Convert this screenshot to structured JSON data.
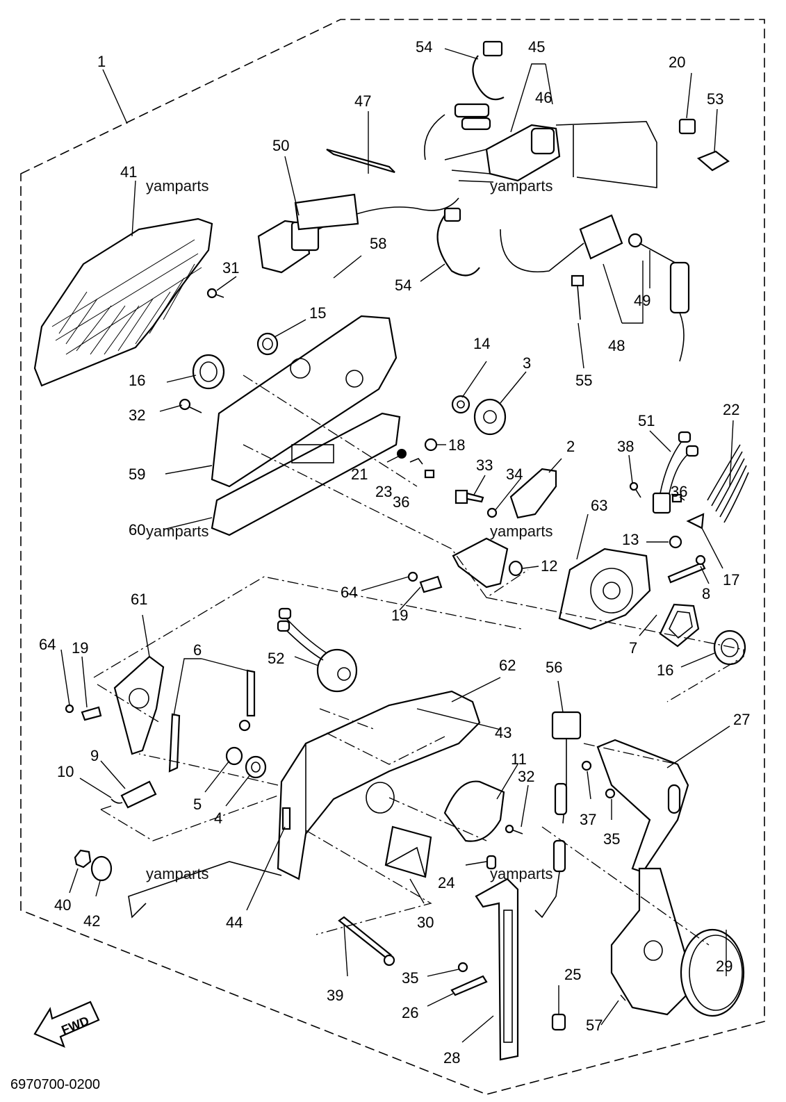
{
  "diagram": {
    "drawing_code": "6970700-0200",
    "fwd_label": "FWD",
    "watermark": "yamparts",
    "callouts": [
      {
        "id": "c1",
        "text": "1"
      },
      {
        "id": "c2",
        "text": "2"
      },
      {
        "id": "c3",
        "text": "3"
      },
      {
        "id": "c4",
        "text": "4"
      },
      {
        "id": "c5",
        "text": "5"
      },
      {
        "id": "c6",
        "text": "6"
      },
      {
        "id": "c7",
        "text": "7"
      },
      {
        "id": "c8",
        "text": "8"
      },
      {
        "id": "c9",
        "text": "9"
      },
      {
        "id": "c10",
        "text": "10"
      },
      {
        "id": "c11",
        "text": "11"
      },
      {
        "id": "c12",
        "text": "12"
      },
      {
        "id": "c13",
        "text": "13"
      },
      {
        "id": "c14",
        "text": "14"
      },
      {
        "id": "c15",
        "text": "15"
      },
      {
        "id": "c16a",
        "text": "16"
      },
      {
        "id": "c16b",
        "text": "16"
      },
      {
        "id": "c17",
        "text": "17"
      },
      {
        "id": "c18",
        "text": "18"
      },
      {
        "id": "c19a",
        "text": "19"
      },
      {
        "id": "c19b",
        "text": "19"
      },
      {
        "id": "c20",
        "text": "20"
      },
      {
        "id": "c21",
        "text": "21"
      },
      {
        "id": "c22",
        "text": "22"
      },
      {
        "id": "c23",
        "text": "23"
      },
      {
        "id": "c24",
        "text": "24"
      },
      {
        "id": "c25",
        "text": "25"
      },
      {
        "id": "c26",
        "text": "26"
      },
      {
        "id": "c27",
        "text": "27"
      },
      {
        "id": "c28",
        "text": "28"
      },
      {
        "id": "c29",
        "text": "29"
      },
      {
        "id": "c30",
        "text": "30"
      },
      {
        "id": "c31",
        "text": "31"
      },
      {
        "id": "c32a",
        "text": "32"
      },
      {
        "id": "c32b",
        "text": "32"
      },
      {
        "id": "c33",
        "text": "33"
      },
      {
        "id": "c34",
        "text": "34"
      },
      {
        "id": "c35a",
        "text": "35"
      },
      {
        "id": "c35b",
        "text": "35"
      },
      {
        "id": "c36a",
        "text": "36"
      },
      {
        "id": "c36b",
        "text": "36"
      },
      {
        "id": "c37",
        "text": "37"
      },
      {
        "id": "c38",
        "text": "38"
      },
      {
        "id": "c39",
        "text": "39"
      },
      {
        "id": "c40",
        "text": "40"
      },
      {
        "id": "c41",
        "text": "41"
      },
      {
        "id": "c42",
        "text": "42"
      },
      {
        "id": "c43",
        "text": "43"
      },
      {
        "id": "c44",
        "text": "44"
      },
      {
        "id": "c45",
        "text": "45"
      },
      {
        "id": "c46",
        "text": "46"
      },
      {
        "id": "c47",
        "text": "47"
      },
      {
        "id": "c48",
        "text": "48"
      },
      {
        "id": "c49",
        "text": "49"
      },
      {
        "id": "c50",
        "text": "50"
      },
      {
        "id": "c51",
        "text": "51"
      },
      {
        "id": "c52",
        "text": "52"
      },
      {
        "id": "c53",
        "text": "53"
      },
      {
        "id": "c54a",
        "text": "54"
      },
      {
        "id": "c54b",
        "text": "54"
      },
      {
        "id": "c55",
        "text": "55"
      },
      {
        "id": "c56",
        "text": "56"
      },
      {
        "id": "c57",
        "text": "57"
      },
      {
        "id": "c58",
        "text": "58"
      },
      {
        "id": "c59",
        "text": "59"
      },
      {
        "id": "c60",
        "text": "60"
      },
      {
        "id": "c61",
        "text": "61"
      },
      {
        "id": "c62",
        "text": "62"
      },
      {
        "id": "c63",
        "text": "63"
      },
      {
        "id": "c64a",
        "text": "64"
      },
      {
        "id": "c64b",
        "text": "64"
      }
    ]
  }
}
